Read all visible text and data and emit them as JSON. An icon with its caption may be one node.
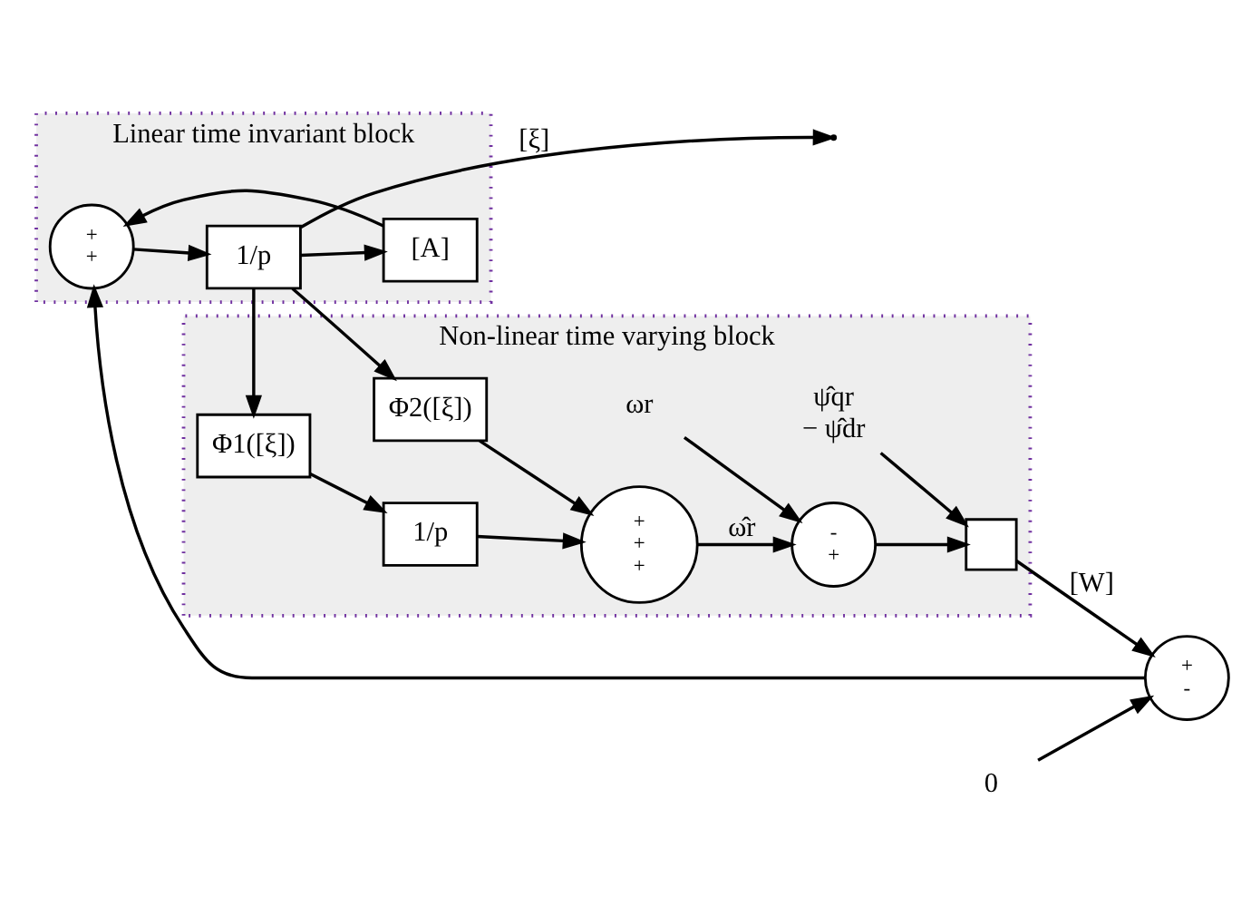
{
  "diagram": {
    "nodes": [
      {
        "text": [
          "Linear time invariant block"
        ]
      },
      {
        "text": [
          "0"
        ]
      },
      {
        "text": [
          "+",
          "-"
        ]
      },
      {
        "text": [
          "+",
          "+"
        ],
        "in": 0
      },
      {
        "text": [
          "1/p"
        ],
        "in": 0
      },
      {
        "text": [
          "[A]"
        ],
        "in": 0
      },
      {
        "text": [
          "Non-linear time varying block"
        ]
      },
      {
        "text": [
          "Φ1([ξ])"
        ],
        "in": 6
      },
      {
        "text": [
          "1/p"
        ],
        "in": 6
      },
      {
        "text": [
          "+",
          "+",
          "+"
        ],
        "in": 6
      },
      {
        "text": [
          "-",
          "+"
        ],
        "in": 6
      },
      {
        "text": [],
        "shape": "box",
        "in": 6
      },
      {
        "text": [
          "ψ̂qr",
          "− ψ̂dr"
        ],
        "in": 6
      },
      {
        "text": [
          "ωr"
        ],
        "in": 6
      },
      {
        "text": [
          "Φ2([ξ])"
        ],
        "in": 6
      }
    ],
    "edges": [
      {
        "from": 1,
        "to": 2,
        "arrow": "to"
      },
      {
        "from": 2,
        "to": 3,
        "arrow": "to"
      },
      {
        "from": 3,
        "to": 4,
        "arrow": "to"
      },
      {
        "from": 4,
        "to": null,
        "arrow": "to",
        "label": "[ξ]"
      },
      {
        "from": 4,
        "to": 5,
        "arrow": "to"
      },
      {
        "from": 5,
        "to": 3,
        "arrow": "to"
      },
      {
        "from": 4,
        "to": 7,
        "arrow": "to"
      },
      {
        "from": 4,
        "to": 14,
        "arrow": "to"
      },
      {
        "from": 7,
        "to": 8,
        "arrow": "to"
      },
      {
        "from": 8,
        "to": 9,
        "arrow": "to"
      },
      {
        "from": 14,
        "to": 9,
        "arrow": "to"
      },
      {
        "from": 9,
        "to": 10,
        "arrow": "to",
        "label": "ω̂r"
      },
      {
        "from": 13,
        "to": 10,
        "arrow": "to"
      },
      {
        "from": 10,
        "to": 11,
        "arrow": "to"
      },
      {
        "from": 12,
        "to": 11,
        "arrow": "to"
      },
      {
        "from": 11,
        "to": 2,
        "arrow": "to",
        "label": "[W]"
      }
    ]
  }
}
